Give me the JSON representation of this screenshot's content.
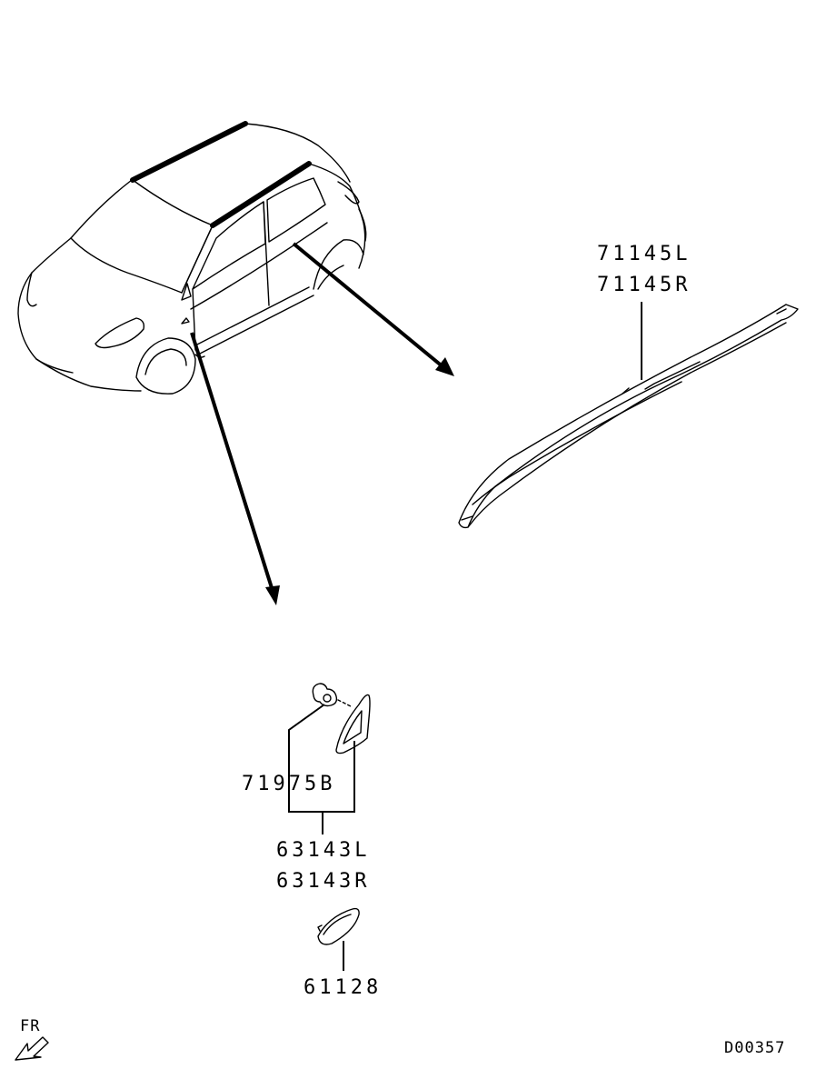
{
  "parts": {
    "roof_molding_left": "71145L",
    "roof_molding_right": "71145R",
    "clip": "71975B",
    "garnish_left": "63143L",
    "garnish_right": "63143R",
    "side_marker": "61128"
  },
  "direction_label": "FR",
  "diagram_code": "D00357",
  "icons": {
    "front_arrow": "arrow-down-left-icon"
  }
}
